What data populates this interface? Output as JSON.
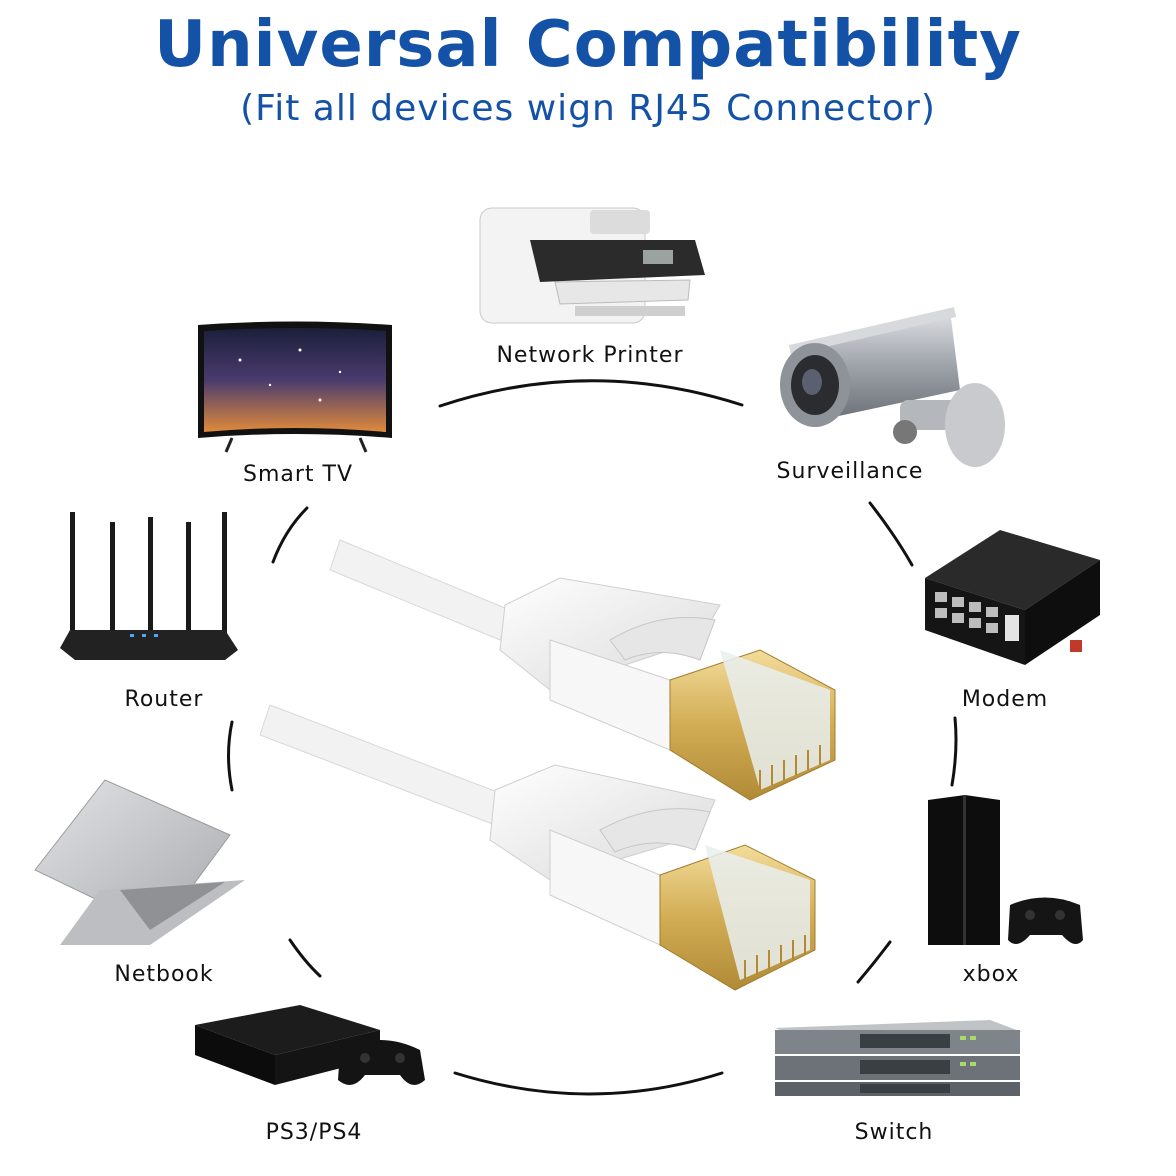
{
  "header": {
    "title": "Universal Compatibility",
    "subtitle": "(Fit all devices wign RJ45 Connector)"
  },
  "colors": {
    "title": "#1452a8",
    "ring": "#111111",
    "plug_gold": "#d8b45a",
    "cable": "#f2f2f2"
  },
  "devices": [
    {
      "id": "network-printer",
      "label": "Network Printer",
      "icon": "printer-icon"
    },
    {
      "id": "smart-tv",
      "label": "Smart TV",
      "icon": "tv-icon"
    },
    {
      "id": "surveillance",
      "label": "Surveillance",
      "icon": "camera-icon"
    },
    {
      "id": "router",
      "label": "Router",
      "icon": "router-icon"
    },
    {
      "id": "modem",
      "label": "Modem",
      "icon": "modem-icon"
    },
    {
      "id": "netbook",
      "label": "Netbook",
      "icon": "laptop-icon"
    },
    {
      "id": "xbox",
      "label": "xbox",
      "icon": "console-icon"
    },
    {
      "id": "ps3-ps4",
      "label": "PS3/PS4",
      "icon": "playstation-icon"
    },
    {
      "id": "switch",
      "label": "Switch",
      "icon": "switch-icon"
    }
  ]
}
